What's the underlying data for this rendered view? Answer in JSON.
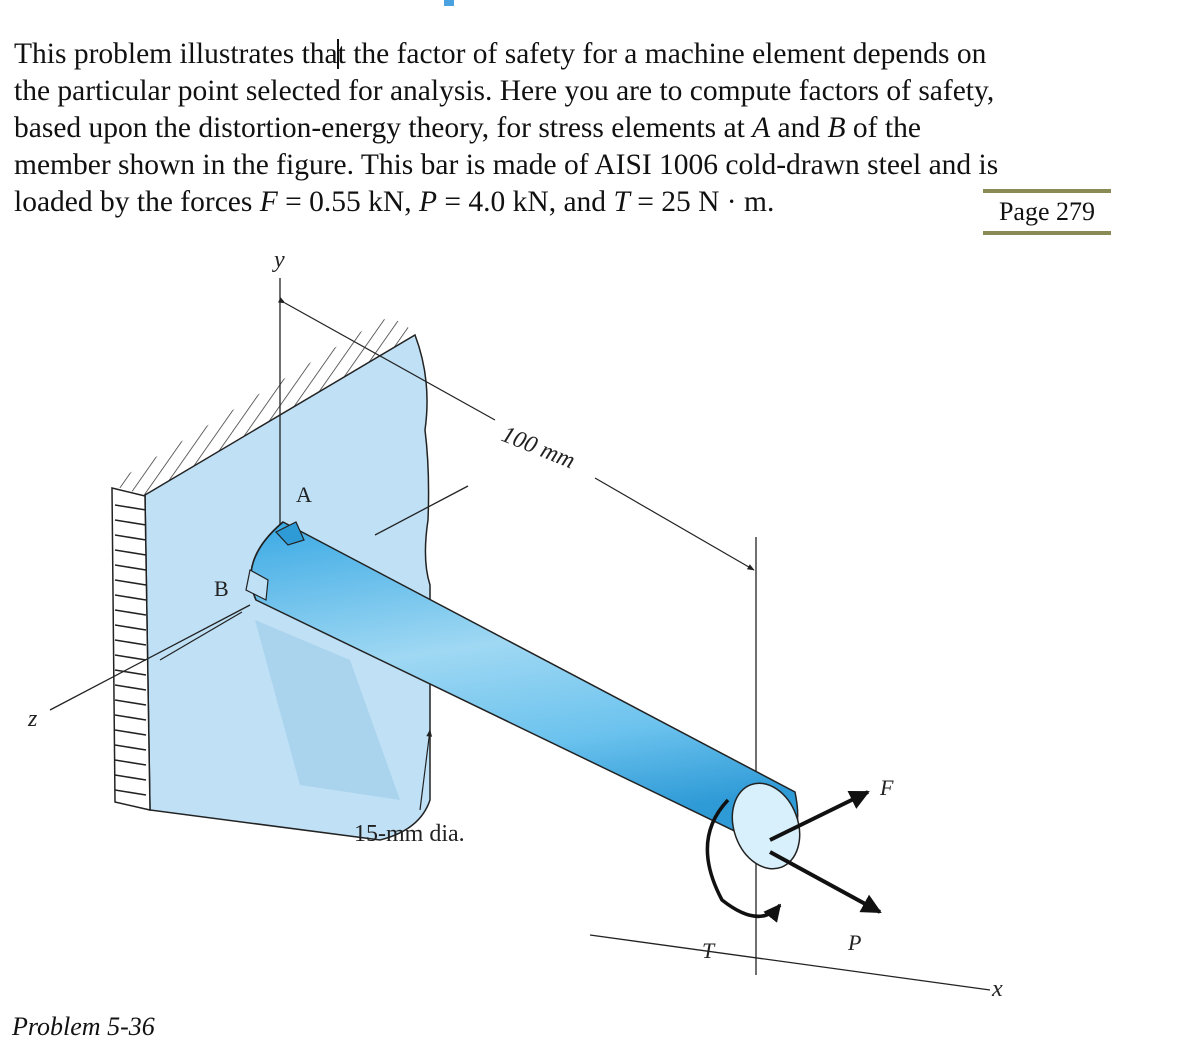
{
  "problem": {
    "lines": [
      [
        "This problem illustrates tha",
        "t the factor of safety for a machine element depends on"
      ],
      "the particular point selected for analysis. Here you are to compute factors of safety,",
      [
        "based upon the distortion-energy theory, for stress elements at ",
        "A",
        " and ",
        "B",
        " of the"
      ],
      "member shown in the figure. This bar is made of AISI 1006 cold-drawn steel and is",
      [
        "loaded by the forces ",
        "F",
        " = 0.55 kN, ",
        "P",
        " = 4.0 kN, and ",
        "T",
        " = 25 N · m."
      ]
    ],
    "page_ref": "Page 279"
  },
  "figure": {
    "labels": {
      "y_axis": "y",
      "z_axis": "z",
      "x_axis": "x",
      "point_a": "A",
      "point_b": "B",
      "length": "100 mm",
      "diameter": "15-mm dia.",
      "force_f": "F",
      "force_p": "P",
      "torque_t": "T"
    },
    "colors": {
      "wall": "#bfe0f5",
      "bar": "#6cc3ee",
      "bar_highlight": "#d8f0fb",
      "line": "#222222"
    }
  },
  "caption": "Problem 5-36"
}
